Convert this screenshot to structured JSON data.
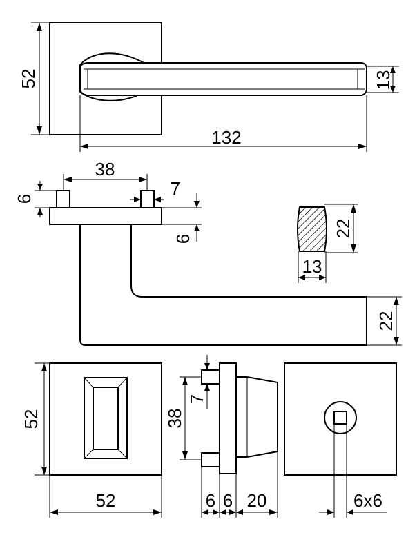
{
  "drawing": {
    "dimensions": {
      "rose_height_top": "52",
      "lever_thickness": "13",
      "lever_length": "132",
      "pin_spacing": "38",
      "pin_height": "6",
      "pin_width": "7",
      "plate_thickness": "6",
      "section_height": "22",
      "section_width": "13",
      "lever_end_height": "22",
      "rose_height_bottom": "52",
      "rose_width_bottom": "52",
      "side_pin_spacing": "38",
      "side_pin_width": "7",
      "side_depth_1": "6",
      "side_depth_2": "6",
      "side_depth_3": "20",
      "spindle_size": "6x6"
    }
  }
}
